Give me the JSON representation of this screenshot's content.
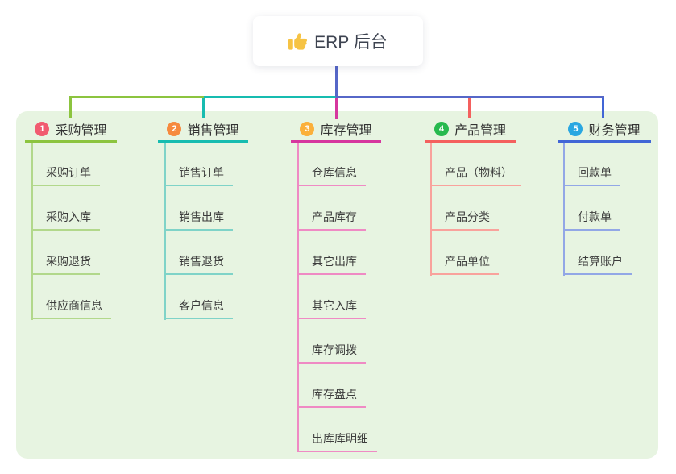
{
  "root": {
    "label": "ERP 后台",
    "icon": "thumbs-up-icon",
    "icon_color": "#f6c344"
  },
  "branches": [
    {
      "badge": "1",
      "label": "采购管理",
      "badge_color": "#f15b70",
      "line_color": "#8cc43f",
      "child_line_color": "#b2d88b",
      "children": [
        "采购订单",
        "采购入库",
        "采购退货",
        "供应商信息"
      ]
    },
    {
      "badge": "2",
      "label": "销售管理",
      "badge_color": "#f68a3e",
      "line_color": "#17bcb0",
      "child_line_color": "#7fd3c8",
      "children": [
        "销售订单",
        "销售出库",
        "销售退货",
        "客户信息"
      ]
    },
    {
      "badge": "3",
      "label": "库存管理",
      "badge_color": "#fbb03b",
      "line_color": "#d6369e",
      "child_line_color": "#ef8ac4",
      "children": [
        "仓库信息",
        "产品库存",
        "其它出库",
        "其它入库",
        "库存调拨",
        "库存盘点",
        "出库库明细"
      ]
    },
    {
      "badge": "4",
      "label": "产品管理",
      "badge_color": "#27b94e",
      "line_color": "#f4605e",
      "child_line_color": "#f9a29c",
      "children": [
        "产品（物料）",
        "产品分类",
        "产品单位"
      ]
    },
    {
      "badge": "5",
      "label": "财务管理",
      "badge_color": "#2aa7e1",
      "line_color": "#4166d6",
      "child_line_color": "#92a7e6",
      "children": [
        "回款单",
        "付款单",
        "结算账户"
      ]
    }
  ],
  "colors": {
    "panel_background": "#e7f4e1",
    "root_connector": "#5667c8",
    "page_background": "#ffffff",
    "header_text": "#333333",
    "child_text": "#3c3c3c"
  }
}
